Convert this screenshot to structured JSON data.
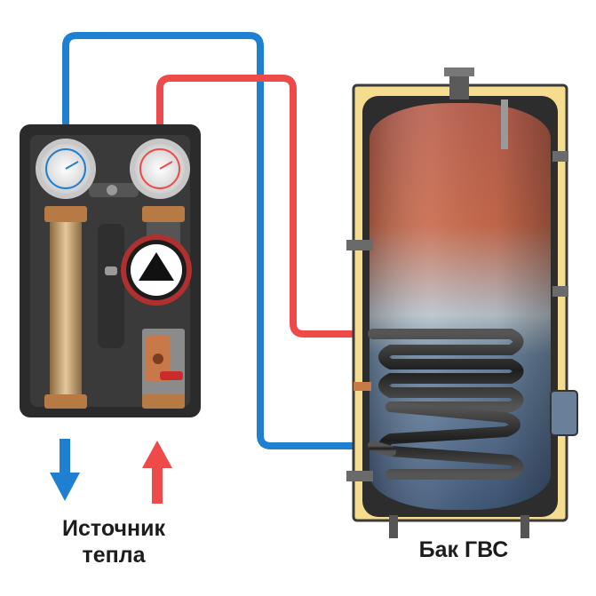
{
  "labels": {
    "source_line1": "Источник",
    "source_line2": "тепла",
    "tank": "Бак ГВС"
  },
  "colors": {
    "hot_pipe": "#ef4a4a",
    "cold_pipe": "#1f7fd0",
    "panel": "#2b2b2b",
    "tank_insulation": "#f6dc8e",
    "tank_hot": "#c9604a",
    "tank_cold": "#4d6688",
    "arrow_down": "#1f7fd0",
    "arrow_up": "#ef4a4a"
  },
  "icons": {
    "pump": "pump-triangle-icon",
    "gauge_cold": "thermometer-gauge-icon",
    "gauge_hot": "thermometer-gauge-icon",
    "valve": "ball-valve-icon"
  }
}
